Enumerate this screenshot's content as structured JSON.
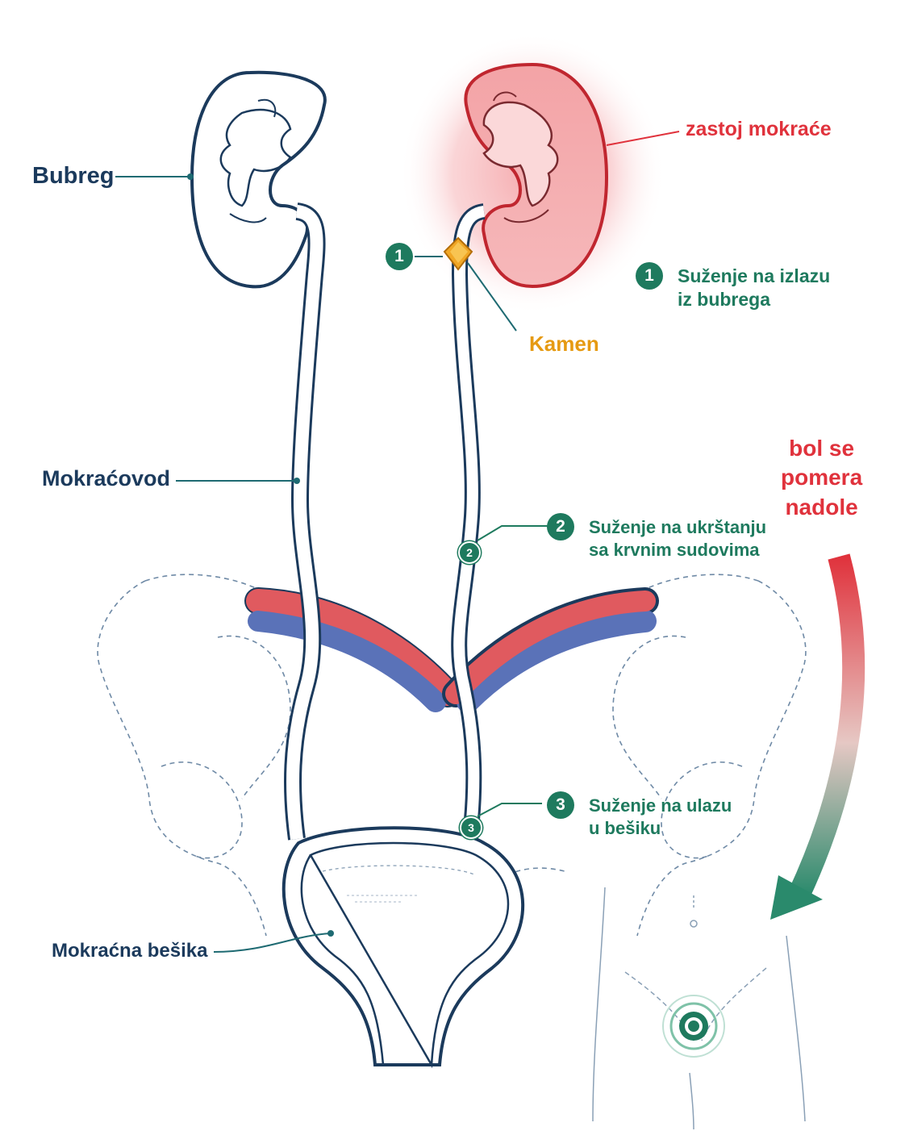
{
  "labels": {
    "kidney": "Bubreg",
    "ureter": "Mokraćovod",
    "bladder": "Mokraćna bešika",
    "stone": "Kamen",
    "urine_stasis": "zastoj mokraće"
  },
  "narrowings": [
    {
      "number": "1",
      "line1": "Suženje na izlazu",
      "line2": "iz bubrega"
    },
    {
      "number": "2",
      "line1": "Suženje na ukrštanju",
      "line2": "sa krvnim sudovima"
    },
    {
      "number": "3",
      "line1": "Suženje na ulazu",
      "line2": "u bešiku"
    }
  ],
  "pain_note": {
    "line1": "bol se",
    "line2": "pomera",
    "line3": "nadole"
  },
  "colors": {
    "outline": "#1b3a5c",
    "accent_green": "#1e7a5e",
    "alert_red": "#e0323c",
    "stone_orange": "#e69a12",
    "artery": "#e05a5f",
    "vein": "#5a72b8"
  }
}
